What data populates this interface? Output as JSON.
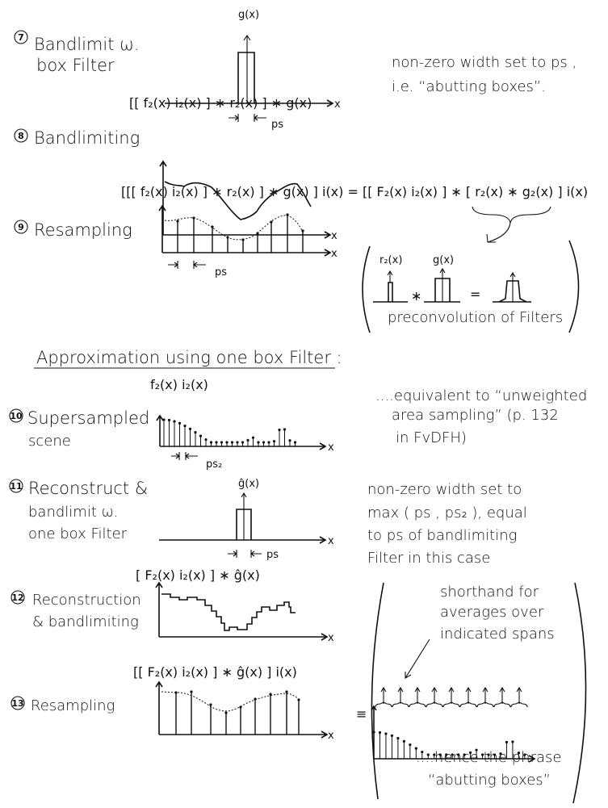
{
  "steps": {
    "s7": {
      "num": "7",
      "line1": "Bandlimit ω.",
      "line2": "box Filter",
      "filter_label": "g(x)",
      "width_label": "ps",
      "axis": "x",
      "note1": "non-zero width set to ps ,",
      "note2": "i.e. “abutting boxes”."
    },
    "s8": {
      "num": "8",
      "line1": "Bandlimiting",
      "formula": "[[ f₂(x) i₂(x) ] ∗ r₂(x) ] ∗ g(x)",
      "axis": "x"
    },
    "s9": {
      "num": "9",
      "line1": "Resampling",
      "formula": "[[[ f₂(x) i₂(x) ] ∗ r₂(x) ] ∗ g(x) ] i(x) = [[ F₂(x) i₂(x) ] ∗ [ r₂(x) ∗ g₂(x) ] i(x)",
      "axis": "x",
      "width_label": "ps",
      "pre_r": "r₂(x)",
      "pre_g": "g(x)",
      "pre_star": "∗",
      "pre_eq": "=",
      "pre_caption": "preconvolution of Filters"
    },
    "heading": "Approximation using one box Filter :",
    "s10": {
      "num": "10",
      "line1": "Supersampled",
      "line2": "scene",
      "formula": "f₂(x) i₂(x)",
      "axis": "x",
      "width_label": "ps₂",
      "note1": "....equivalent to “unweighted",
      "note2": "area sampling” (p. 132",
      "note3": "in FvDFH)"
    },
    "s11": {
      "num": "11",
      "line1": "Reconstruct &",
      "line2": "bandlimit ω.",
      "line3": "one box Filter",
      "filter_label": "ĝ(x)",
      "width_label": "ps",
      "axis": "x",
      "note1": "non-zero width set to",
      "note2": "max ( ps , ps₂ ), equal",
      "note3": "to ps of bandlimiting",
      "note4": "Filter in this case"
    },
    "s12": {
      "num": "12",
      "line1": "Reconstruction",
      "line2": "& bandlimiting",
      "formula": "[ F₂(x) i₂(x) ] ∗ ĝ(x)",
      "axis": "x"
    },
    "s13": {
      "num": "13",
      "line1": "Resampling",
      "formula": "[[ F₂(x) i₂(x) ] ∗ ĝ(x) ] i(x)",
      "axis": "x",
      "short1": "shorthand for",
      "short2": "averages over",
      "short3": "indicated spans",
      "equiv": "≡",
      "hence1": "....hence the phrase",
      "hence2": "“abutting boxes”"
    }
  }
}
